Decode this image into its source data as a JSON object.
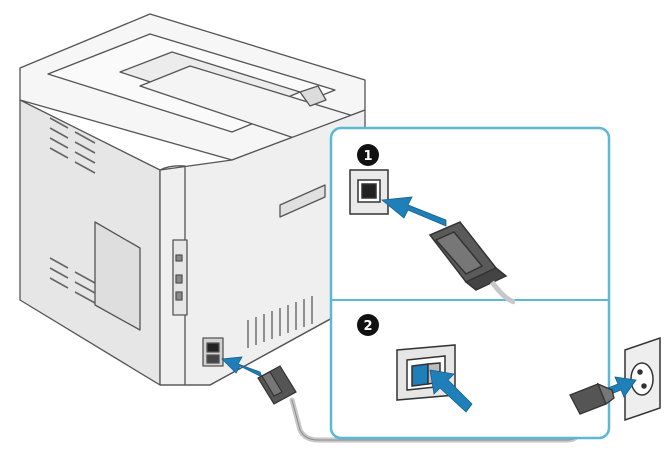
{
  "steps": [
    {
      "number": "1"
    },
    {
      "number": "2"
    }
  ],
  "colors": {
    "callout_border": "#5bb8d6",
    "arrow": "#1f7fb8",
    "arrow_dark": "#175f8c",
    "printer_body": "#f1f1f1",
    "printer_side": "#e4e4e4",
    "printer_line": "#555555",
    "cable": "#c7c7c7",
    "badge": "#111111"
  },
  "icons": [
    "printer-illustration",
    "power-cord-plug-icon",
    "power-switch-icon",
    "wall-outlet-icon",
    "arrow-icon"
  ]
}
